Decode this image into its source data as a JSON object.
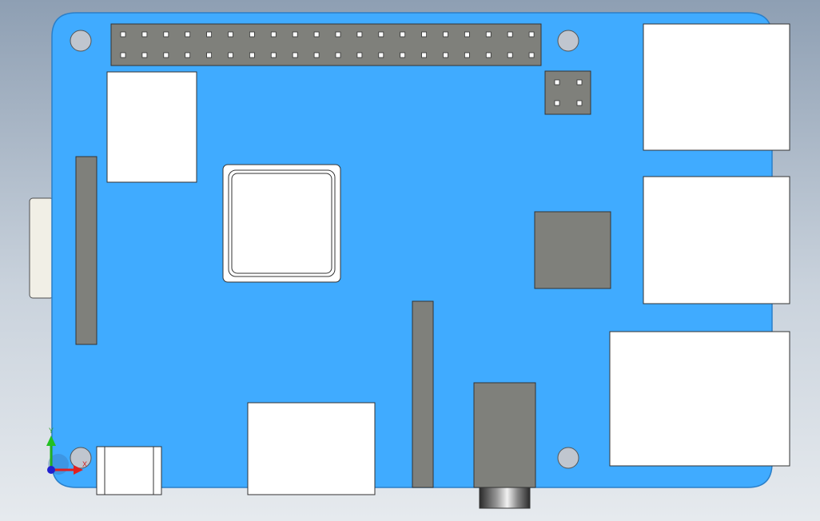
{
  "board": {
    "gpio_header_rows": 2,
    "gpio_header_cols": 20,
    "small_header_rows": 2,
    "small_header_cols": 2
  },
  "triad": {
    "y_label": "Y",
    "x_label": "X"
  },
  "colors": {
    "board": "#40abff",
    "board_edge": "#2b7fc8",
    "component_white": "#ffffff",
    "component_gray": "#7f807b",
    "hole": "#c0c6cf",
    "background_top": "#8e9fb3",
    "background_bottom": "#e6eaee"
  }
}
